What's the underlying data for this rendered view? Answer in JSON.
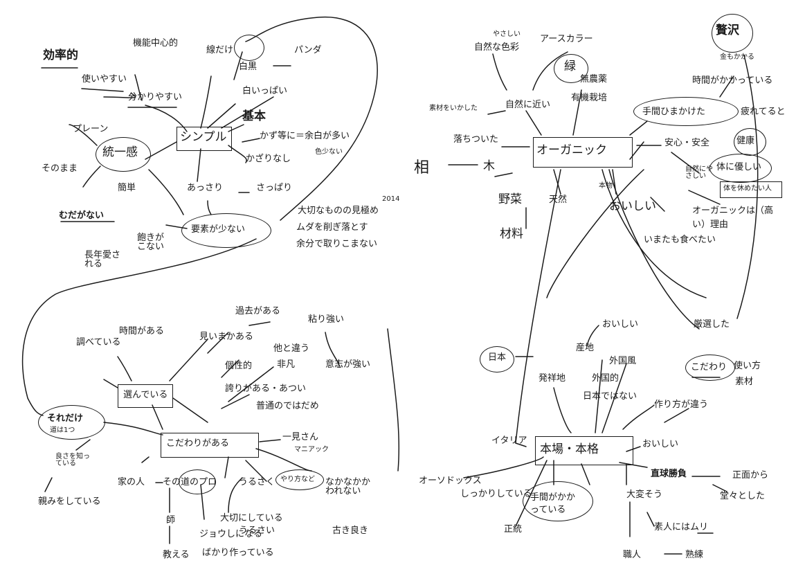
{
  "q1": {
    "efficient": "効率的",
    "function_center": "機能中心的",
    "easy_to_use": "使いやすい",
    "easy_to_understand": "分かりやすい",
    "plain": "プレーン",
    "as_is": "そのまま",
    "unity": "統一感",
    "simple_tool": "簡単",
    "no_waste": "むだがない",
    "line_only": "線だけ",
    "black_white": "白黒",
    "panda": "パンダ",
    "lots_of_white": "白いっぱい",
    "basic": "基本",
    "orderly_margin": "かず等に＝余白が多い",
    "simple": "シンプル",
    "few_colors": "色少ない",
    "no_decoration": "かざりなし",
    "light": "あっさり",
    "refreshing": "さっぱり",
    "long_lasting": "長年愛される",
    "not_bored": "飽きがこない",
    "few_elements": "要素が少ない",
    "year": "2014",
    "note_line1": "大切なものの見極め",
    "note_line2": "ムダを削ぎ落とす",
    "note_line3": "余分で取りこまない"
  },
  "q2": {
    "gentle": "やさしい",
    "natural_colors": "自然な色彩",
    "earth_color": "アースカラー",
    "green": "緑",
    "close_to_nature": "自然に近い",
    "material_use": "素材をいかした",
    "no_pesticide": "無農薬",
    "organic_farming": "有機栽培",
    "luxury": "贅沢",
    "money": "金もかかる",
    "takes_time": "時間がかかっている",
    "effort": "手間ひまかけた",
    "tired": "疲れてると",
    "calm": "落ちついた",
    "organic": "オーガニック",
    "safety": "安心・安全",
    "health": "健康",
    "nature_gentle": "自然にやさしい",
    "body_gentle": "体に優しい",
    "rest_body": "体を休めたい人",
    "phase": "相",
    "tree": "木",
    "vegetables": "野菜",
    "natural": "天然",
    "genuine": "本物",
    "delicious": "おいしい",
    "reason": "オーガニックは（高い）理由",
    "ingredients": "材料",
    "eat_again": "いまたも食べたい"
  },
  "q3": {
    "research": "調べている",
    "time": "時間がある",
    "history": "過去がある",
    "tenacious": "粘り強い",
    "seen": "見いまかある",
    "difference": "他と違う",
    "individual": "個性的",
    "extraordinary": "非凡",
    "strong_will": "意志が強い",
    "chosen": "選んでいる",
    "pride": "誇りがある・あつい",
    "not_ordinary": "普通のではだめ",
    "only_that": "それだけ",
    "path": "道は1つ",
    "knows": "良さを知っている",
    "particular": "こだわりがある",
    "one_glance": "一見さん",
    "fanatic": "マニアック",
    "home_person": "家の人",
    "pro": "その道のプロ",
    "master": "師",
    "teach": "教える",
    "noisy": "うるさく",
    "noisy2": "うるさい",
    "what_to_do": "やり方など",
    "cannot_let_go": "なかなかかわれない",
    "old_good": "古き良き",
    "important": "大切にしている",
    "healthy": "ジョウしになる",
    "always_doing": "ばかり作っている",
    "knows_well": "親みをしている"
  },
  "q4": {
    "fastidious": "厳選した",
    "delicious": "おいしい",
    "origin": "産地",
    "foreign_style": "外国風",
    "foreign": "外国的",
    "not_japan": "日本ではない",
    "domestic": "発祥地",
    "japan": "日本",
    "particular": "こだわり",
    "usage": "使い方",
    "material": "素材",
    "different_way": "作り方が違う",
    "italy": "イタリア",
    "authentic": "本場・本格",
    "delicious2": "おいしい",
    "orthodox": "オーソドックス",
    "solid": "しっかりしている",
    "effort": "手間がかかっている",
    "direct": "直球勝負",
    "straight": "正面から",
    "faced": "堂々とした",
    "trouble": "大変そう",
    "amateur": "素人にはムリ",
    "correct": "正統",
    "craftsman": "職人",
    "skilled": "熟練"
  }
}
